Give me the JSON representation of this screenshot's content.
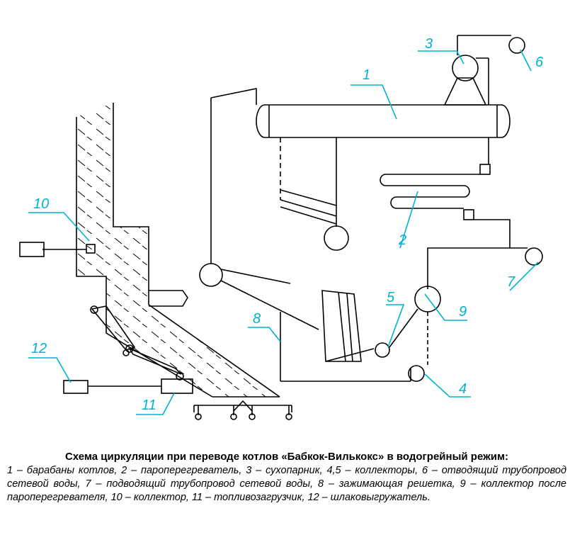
{
  "diagram": {
    "labels": {
      "n1": "1",
      "n2": "2",
      "n3": "3",
      "n4": "4",
      "n5": "5",
      "n6": "6",
      "n7": "7",
      "n8": "8",
      "n9": "9",
      "n10": "10",
      "n11": "11",
      "n12": "12"
    },
    "colors": {
      "line": "#000000",
      "callout": "#00b3cf"
    }
  },
  "caption": {
    "title": "Схема циркуляции при переводе котлов «Бабкок-Вилькокс» в водогрейный режим:",
    "body": "1 – барабаны котлов, 2 – пароперегреватель, 3 – сухопарник, 4,5 – коллекторы, 6 – отводящий трубопровод сетевой воды, 7 – подводящий трубопровод сетевой воды, 8 – зажимающая решетка, 9 – коллектор после пароперегревателя, 10 – коллектор, 11 – топливозагрузчик, 12 – шлаковыгружатель."
  }
}
